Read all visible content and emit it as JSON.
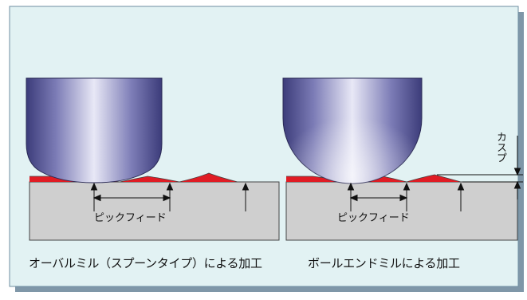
{
  "diagram": {
    "left_caption": "オーバルミル（スプーンタイプ）による加工",
    "right_caption": "ボールエンドミルによる加工",
    "left_feed_label": "ピックフィード",
    "right_feed_label": "ピックフィード",
    "cusp_label": "カスプ",
    "colors": {
      "background_panel": "#e2f2f3",
      "panel_border": "#6f8fa2",
      "workpiece": "#cfcfcf",
      "cusp_fill": "#e01c24",
      "tool_dark": "#3f3f7d",
      "tool_light": "#e9e9f6"
    },
    "icons": [
      "oval-mill-tool-icon",
      "ball-end-mill-tool-icon"
    ]
  }
}
